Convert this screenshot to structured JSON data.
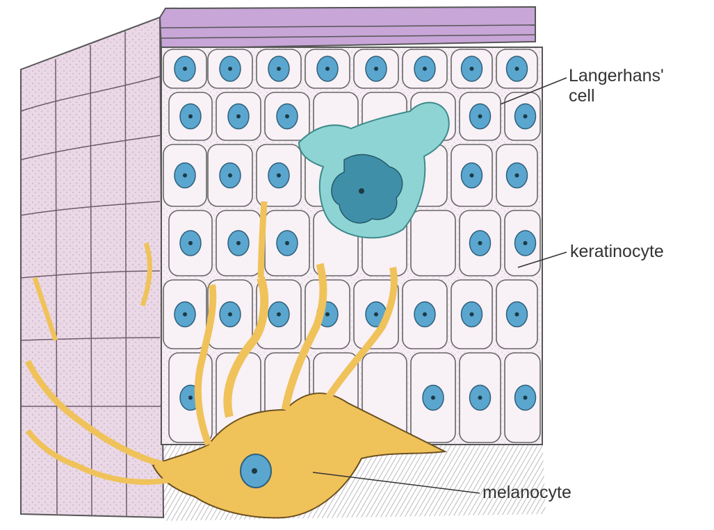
{
  "labels": {
    "langerhans_line1": "Langerhans'",
    "langerhans_line2": "cell",
    "keratinocyte": "keratinocyte",
    "melanocyte": "melanocyte"
  },
  "colors": {
    "keratinocyte_cell": "#f6eef4",
    "side_cells": "#ead8e6",
    "top_layer": "#c8a6d8",
    "nucleus": "#5aa6cf",
    "langerhans": "#8fd4d4",
    "melanocyte": "#f0c25a",
    "outline": "#555555"
  }
}
